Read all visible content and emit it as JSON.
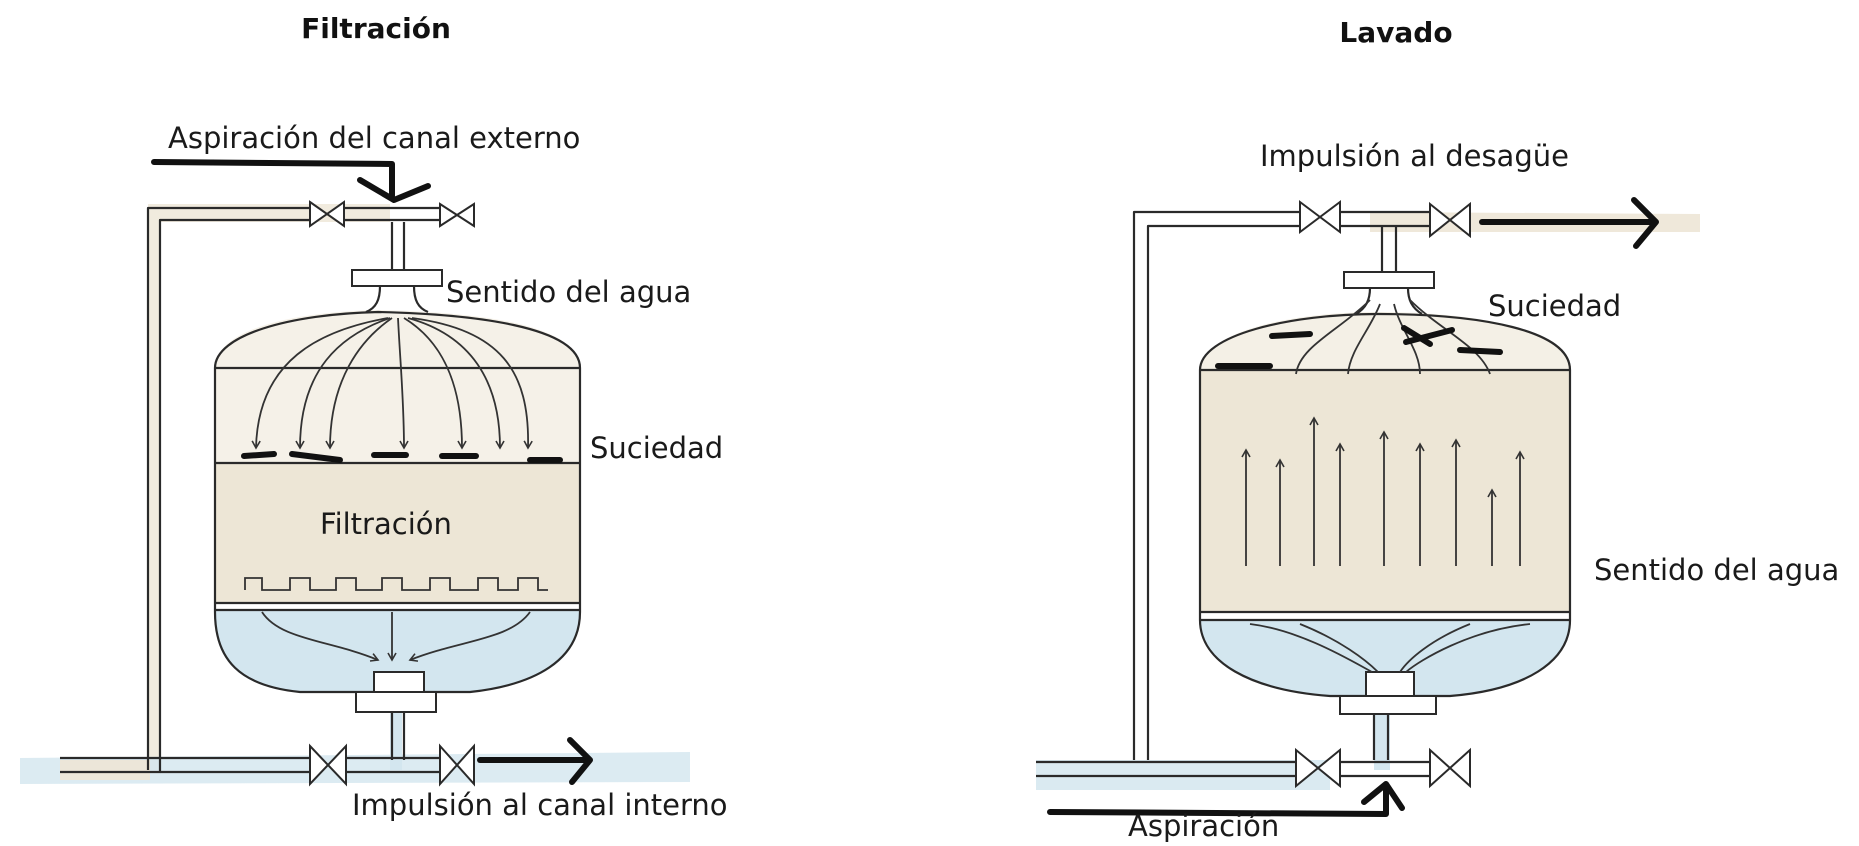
{
  "colors": {
    "beige": "#ede6d6",
    "light_blue": "#d3e6ef",
    "outline": "#2a2a2a",
    "flow_arrow": "#111111"
  },
  "filtracion_panel": {
    "title": "Filtración",
    "label_inlet": "Aspiración del canal externo",
    "label_flow": "Sentido del agua",
    "label_dirt": "Suciedad",
    "label_media": "Filtración",
    "label_outlet": "Impulsión al canal interno"
  },
  "lavado_panel": {
    "title": "Lavado",
    "label_outlet": "Impulsión al desagüe",
    "label_dirt": "Suciedad",
    "label_flow": "Sentido del agua",
    "label_inlet": "Aspiración"
  }
}
